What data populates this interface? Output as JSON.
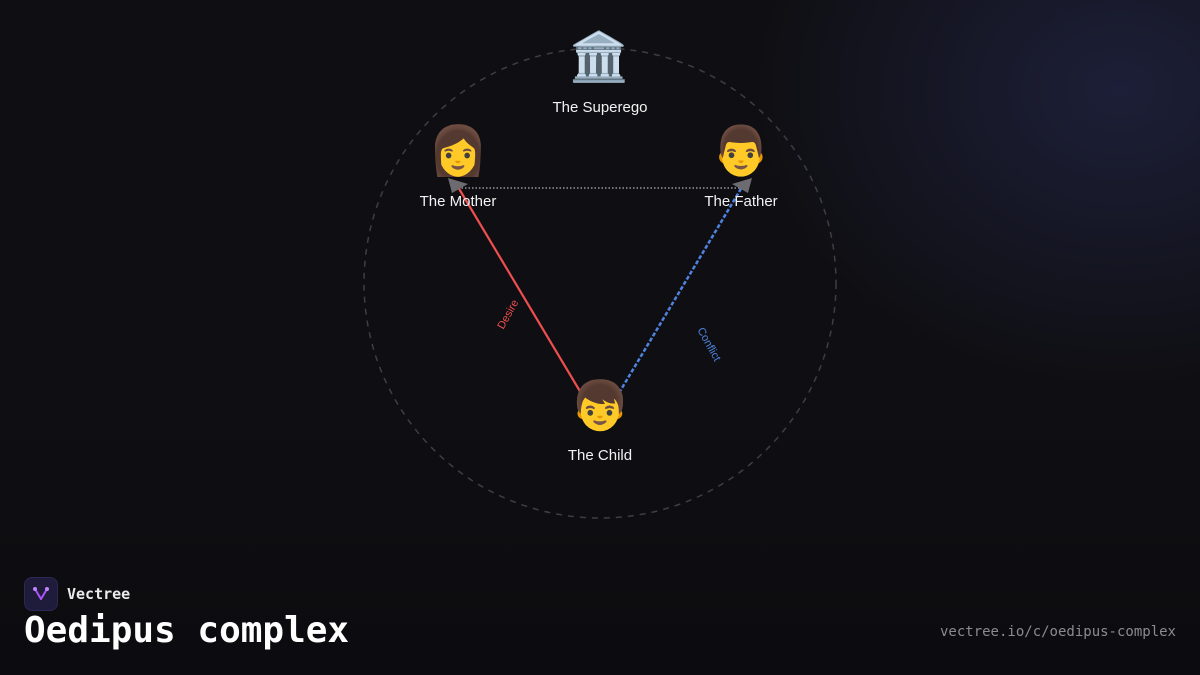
{
  "diagram": {
    "nodes": {
      "superego": {
        "label": "The Superego",
        "icon": "classical-building-icon"
      },
      "mother": {
        "label": "The Mother",
        "icon": "woman-icon"
      },
      "father": {
        "label": "The Father",
        "icon": "man-icon"
      },
      "child": {
        "label": "The Child",
        "icon": "boy-icon"
      }
    },
    "edges": [
      {
        "from": "child",
        "to": "mother",
        "label": "Desire",
        "color": "#ef4f4f",
        "style": "solid"
      },
      {
        "from": "child",
        "to": "father",
        "label": "Conflict",
        "color": "#4f83e0",
        "style": "dashed"
      },
      {
        "from": "mother",
        "to": "father",
        "label": "",
        "color": "#9a9a9a",
        "style": "dotted"
      }
    ]
  },
  "brand": {
    "name": "Vectree",
    "logo": "vectree-logo-icon",
    "accent": "#a855f7"
  },
  "page": {
    "title": "Oedipus complex",
    "url": "vectree.io/c/oedipus-complex"
  }
}
